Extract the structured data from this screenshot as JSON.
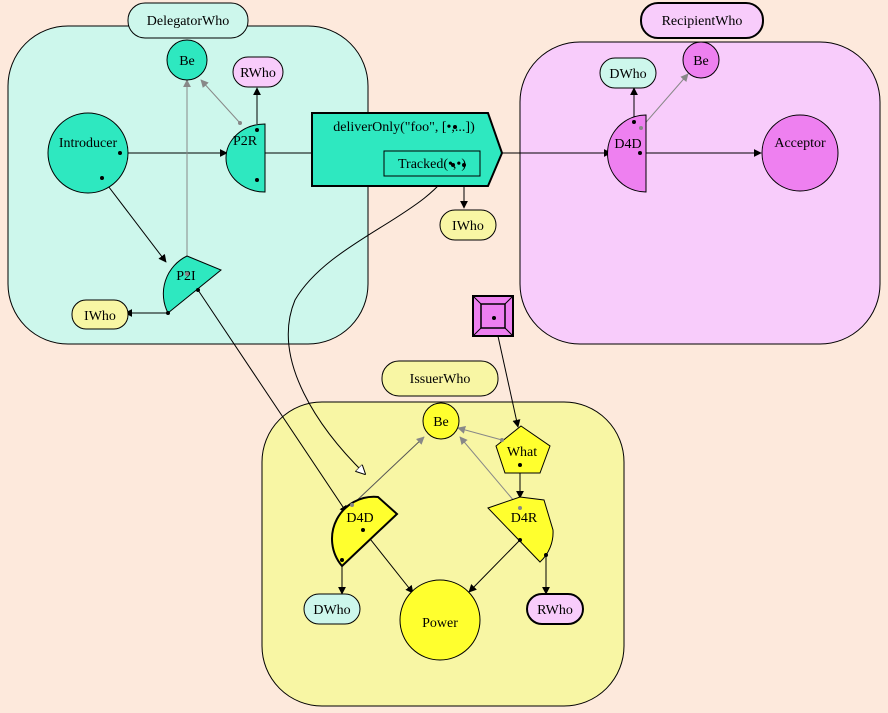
{
  "colors": {
    "background": "#fde9dc",
    "delegator_region": "#cdf7ec",
    "delegator_accent": "#2ee8c0",
    "recipient_region": "#f8ccfb",
    "recipient_accent": "#ee80f0",
    "issuer_region": "#f8f6a4",
    "issuer_accent": "#ffff2e",
    "iwho_fill": "#f8f6a4"
  },
  "delegator": {
    "title": "DelegatorWho",
    "be": "Be",
    "rwho": "RWho",
    "introducer": "Introducer",
    "p2r": "P2R",
    "p2i": "P2I",
    "iwho": "IWho"
  },
  "message": {
    "call": "deliverOnly(\"foo\", [•,...])",
    "tracked": "Tracked(•,•)",
    "iwho": "IWho"
  },
  "recipient": {
    "title": "RecipientWho",
    "dwho": "DWho",
    "be": "Be",
    "d4d": "D4D",
    "acceptor": "Acceptor"
  },
  "issuer": {
    "title": "IssuerWho",
    "be": "Be",
    "what": "What",
    "d4d": "D4D",
    "d4r": "D4R",
    "dwho": "DWho",
    "power": "Power",
    "rwho": "RWho"
  }
}
